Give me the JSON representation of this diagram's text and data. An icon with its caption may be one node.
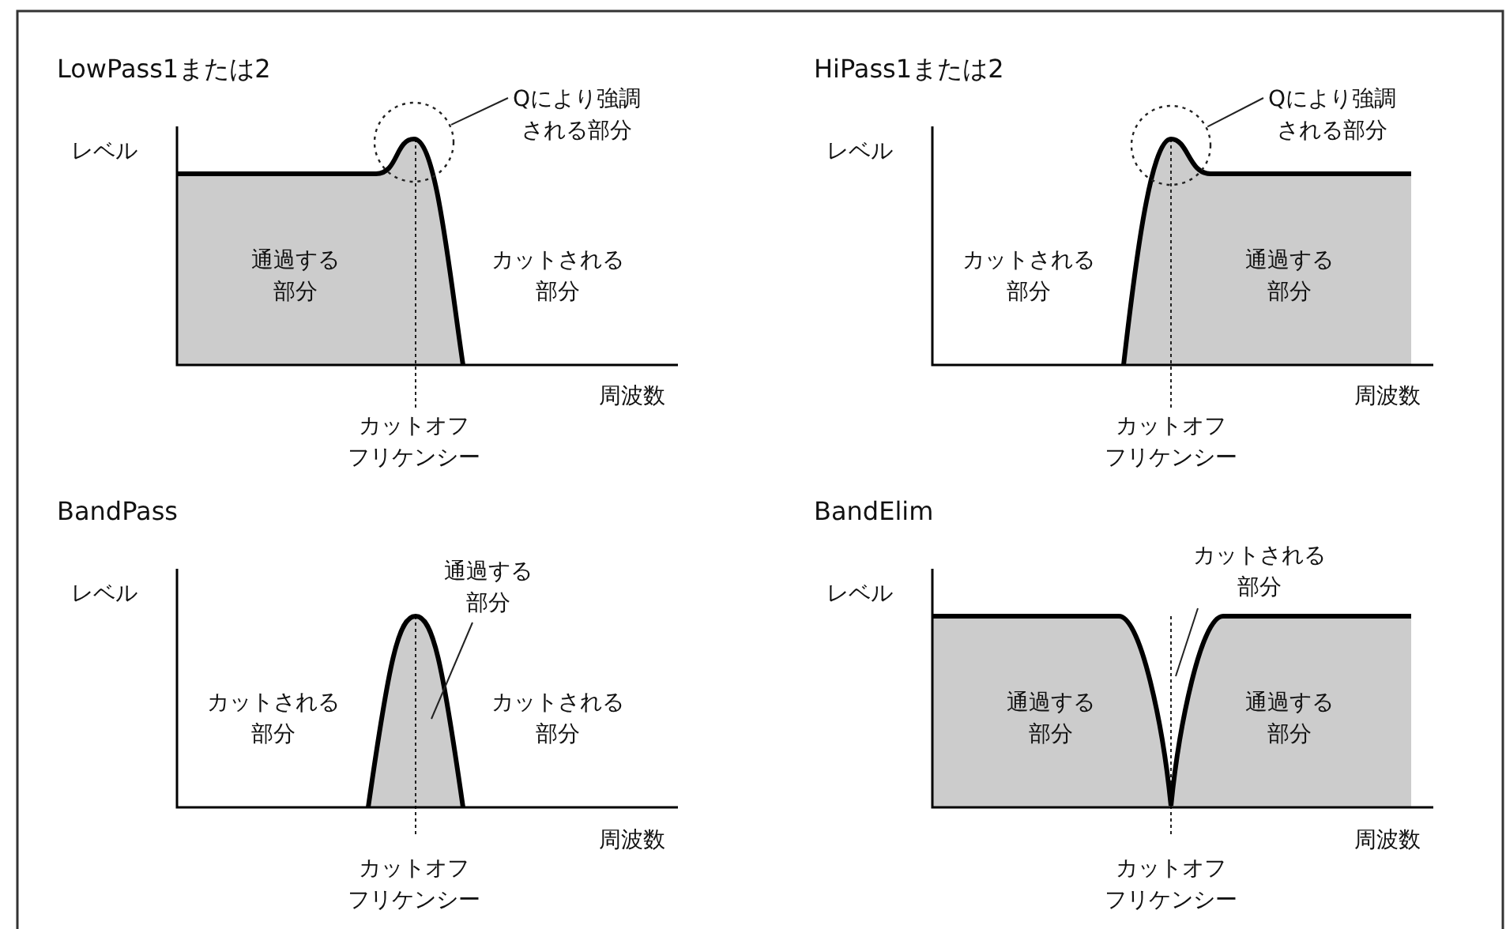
{
  "diagram": {
    "nodes": [
      {
        "text": [
          "Qにより強調される部分"
        ]
      },
      {
        "text": [],
        "shape": "circle"
      },
      {
        "text": [
          "Qにより強調される部分"
        ]
      },
      {
        "text": [],
        "shape": "circle"
      },
      {
        "text": [
          "通過する部分"
        ]
      },
      {
        "text": [
          "カットされる部分"
        ]
      }
    ],
    "edges": [
      {
        "from": 0,
        "to": 1,
        "arrow": "none"
      },
      {
        "from": 2,
        "to": 3,
        "arrow": "none"
      },
      {
        "from": 4,
        "to": null,
        "arrow": "none"
      },
      {
        "from": 5,
        "to": null,
        "arrow": "none"
      }
    ],
    "labels": [
      "LowPass1または2",
      "HiPass1または2",
      "レベル",
      "レベル",
      "通過する部分",
      "カットされる部分",
      "カットされる部分",
      "通過する部分",
      "周波数",
      "周波数",
      "カットオフフリケンシー",
      "カットオフフリケンシー",
      "BandPass",
      "BandElim",
      "レベル",
      "レベル",
      "カットされる部分",
      "カットされる部分",
      "通過する部分",
      "通過する部分",
      "周波数",
      "周波数",
      "カットオフフリケンシー",
      "カットオフフリケンシー"
    ]
  }
}
